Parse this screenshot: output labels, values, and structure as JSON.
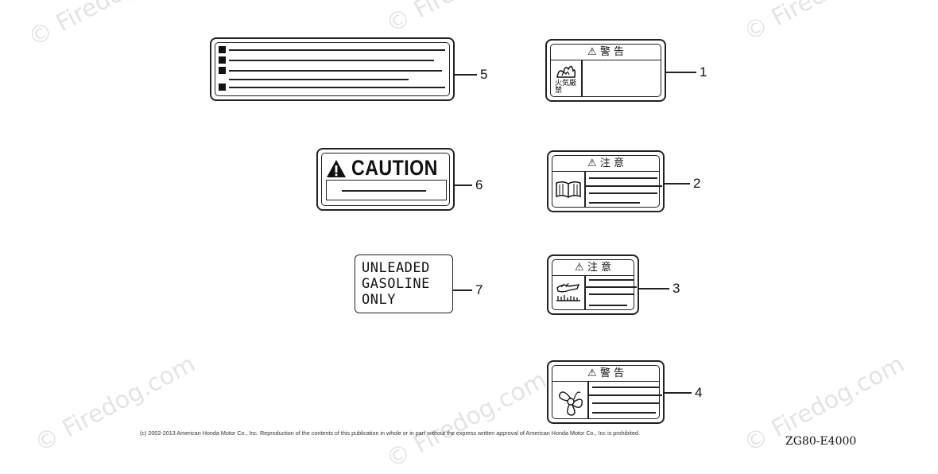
{
  "watermark": {
    "text": "© Firedog.com",
    "color": "#e4e4e4"
  },
  "labels": [
    {
      "callout": "1",
      "header": "⚠ 警 告",
      "kind": "warning-fire"
    },
    {
      "callout": "2",
      "header": "⚠ 注 意",
      "kind": "caution-manual"
    },
    {
      "callout": "3",
      "header": "⚠ 注 意",
      "kind": "caution-hand"
    },
    {
      "callout": "4",
      "header": "⚠ 警 告",
      "kind": "warning-fan"
    },
    {
      "callout": "5",
      "kind": "text-lines"
    },
    {
      "callout": "6",
      "caution_text": "CAUTION",
      "kind": "caution"
    },
    {
      "callout": "7",
      "lines": [
        "UNLEADED",
        "GASOLINE",
        "ONLY"
      ],
      "kind": "fuel"
    }
  ],
  "label1_icon_text": "火気厳禁",
  "copyright": "(c) 2002-2013 American Honda Motor Co., Inc. Reproduction of the contents of this publication in whole or in part without the express written approval of American Honda Motor Co., Inc is prohibited.",
  "diagram_code": "ZG80-E4000"
}
